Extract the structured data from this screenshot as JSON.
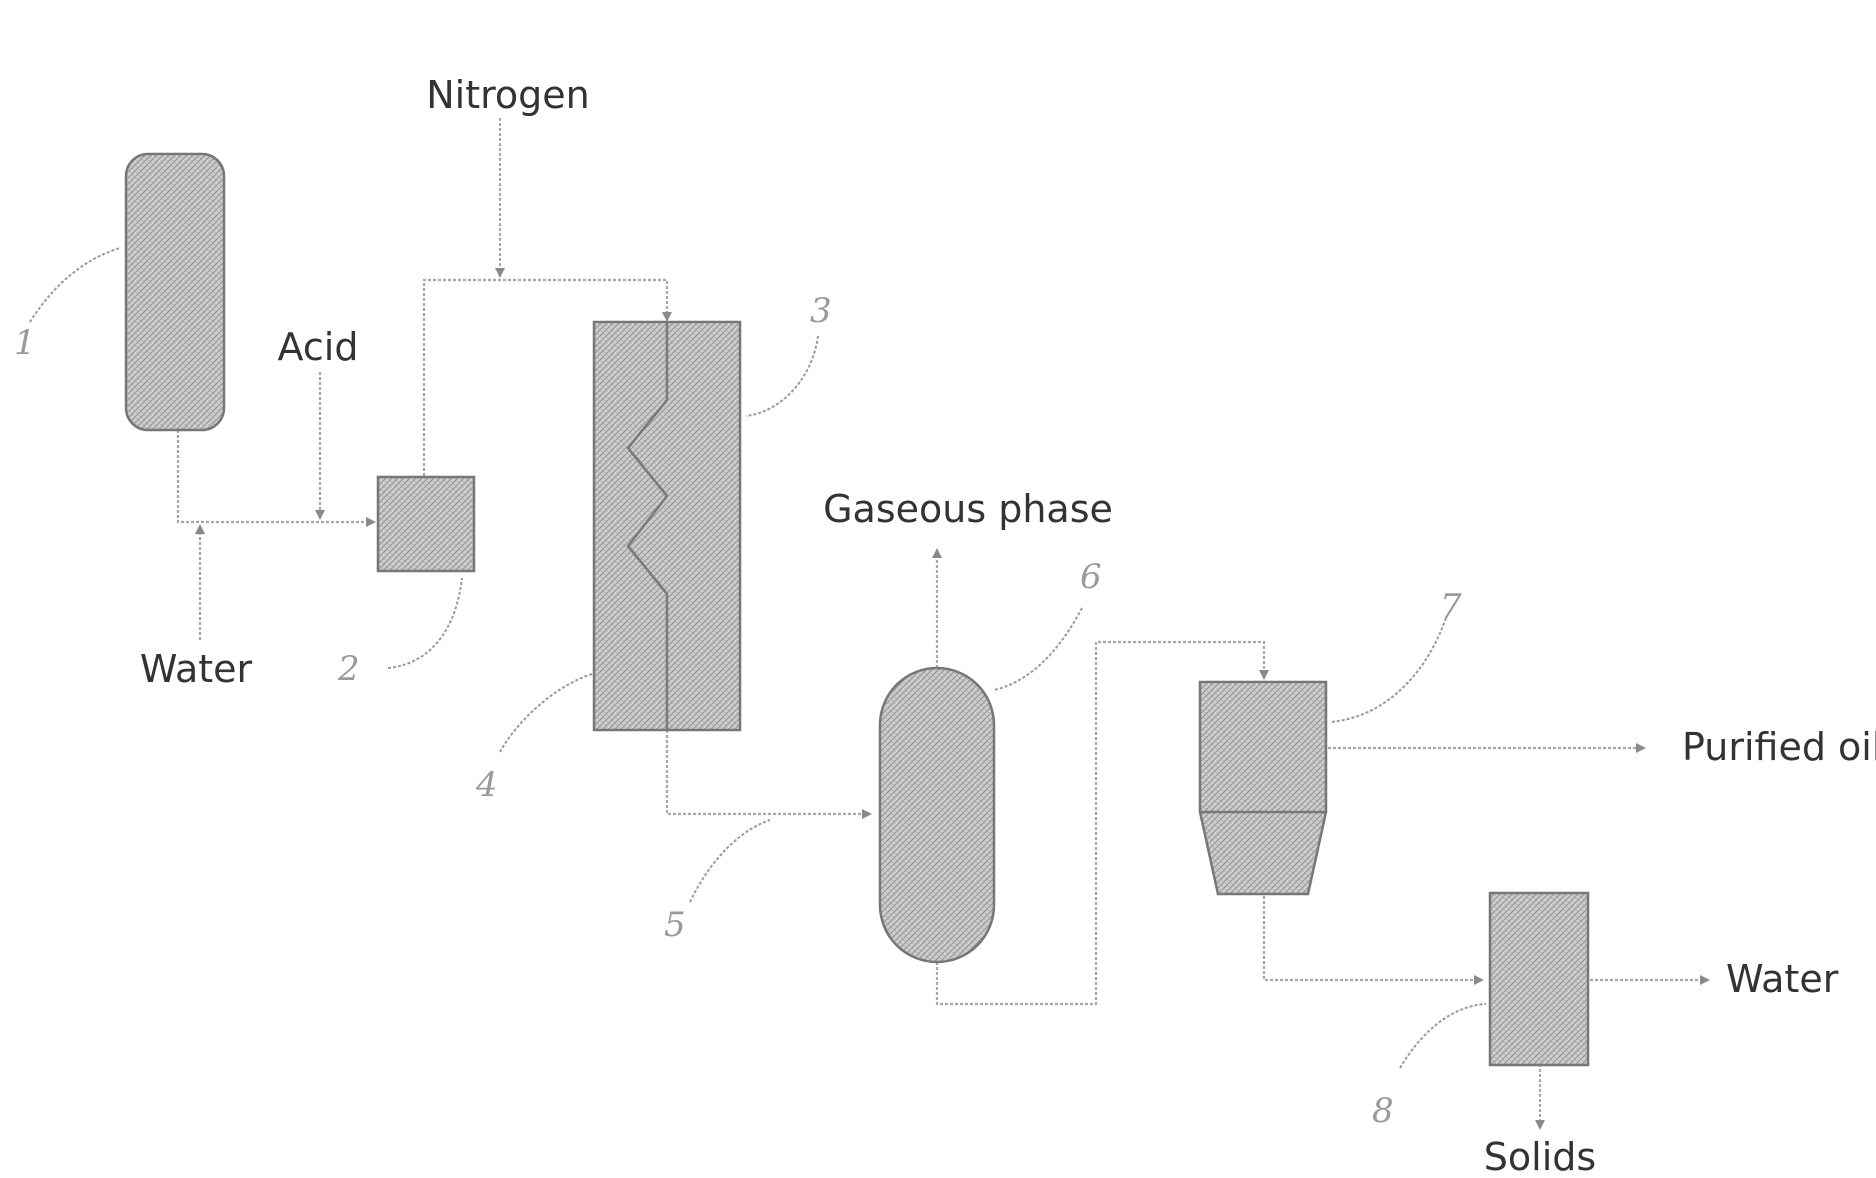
{
  "labels": {
    "nitrogen": "Nitrogen",
    "acid": "Acid",
    "water_in": "Water",
    "gaseous_phase": "Gaseous phase",
    "purified_oil": "Purified oil",
    "water_out": "Water",
    "solids": "Solids"
  },
  "reference_numerals": {
    "n1": "1",
    "n2": "2",
    "n3": "3",
    "n4": "4",
    "n5": "5",
    "n6": "6",
    "n7": "7",
    "n8": "8"
  },
  "colors": {
    "text": "#333333",
    "numeral": "#9a9a9a",
    "line": "#a8a8a8",
    "vessel_fill": "#c8c8c8",
    "vessel_stroke": "#777777"
  }
}
